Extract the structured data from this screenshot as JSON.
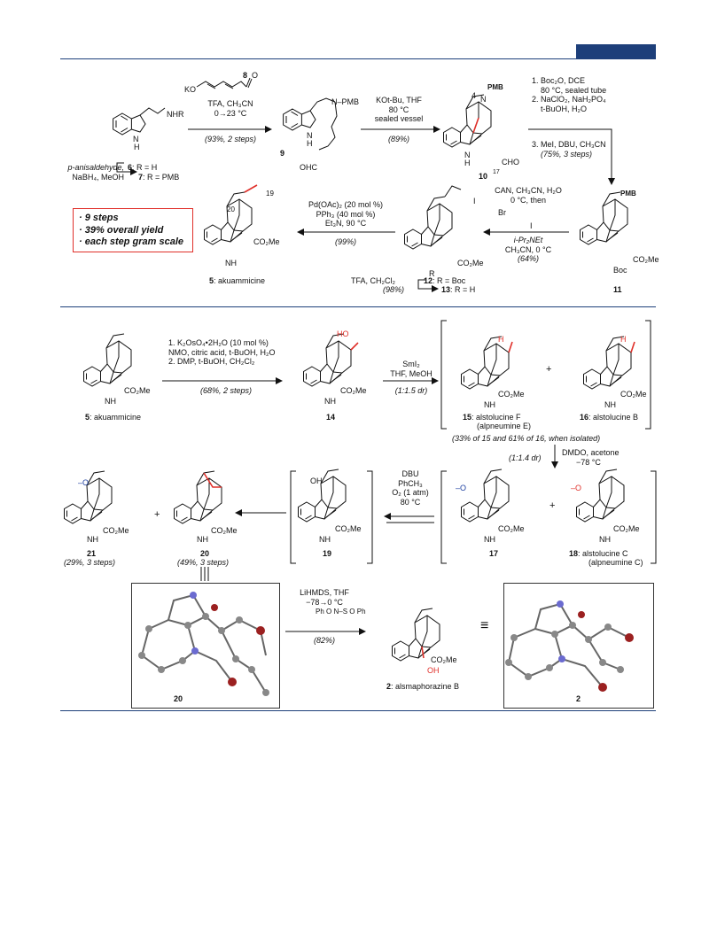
{
  "scheme1": {
    "reagent_8_num": "8",
    "reagent_8_ko": "KO",
    "reagent_8_o": "O",
    "step1_cond": [
      "TFA, CH₃CN",
      "0→23 °C"
    ],
    "step1_yield": "(93%, 2 steps)",
    "sm_nhr": "NHR",
    "sm_nh": "N",
    "sm_h": "H",
    "sm_reagents": [
      "p-anisaldehyde,",
      "NaBH₄, MeOH"
    ],
    "cpd6": "6",
    "cpd6_label": ": R = H",
    "cpd7": "7",
    "cpd7_label": ": R = PMB",
    "cpd9": "9",
    "cpd9_pmb": "N–PMB",
    "cpd9_nh": "N",
    "cpd9_h": "H",
    "cpd9_ohc": "OHC",
    "step2_cond": [
      "KOt-Bu, THF",
      "80 °C",
      "sealed vessel"
    ],
    "step2_yield": "(89%)",
    "cpd10": "10",
    "cpd10_pmb": "PMB",
    "cpd10_n4": "4",
    "cpd10_n": "N",
    "cpd10_nh": "N",
    "cpd10_h": "H",
    "cpd10_cho": "CHO",
    "cpd10_17": "17",
    "step3_cond": [
      "1. Boc₂O, DCE",
      "80 °C, sealed tube",
      "2. NaClO₂, NaH₂PO₄",
      "t-BuOH, H₂O",
      "3. MeI, DBU, CH₃CN"
    ],
    "step3_yield": "(75%, 3 steps)",
    "cpd11": "11",
    "cpd11_pmb": "PMB",
    "cpd11_boc": "Boc",
    "cpd11_co2me": "CO₂Me",
    "step4_cond": [
      "CAN, CH₃CN, H₂O",
      "0 °C, then",
      "i-Pr₂NEt",
      "CH₃CN, 0 °C"
    ],
    "step4_br": "Br",
    "step4_i": "I",
    "step4_yield": "(64%)",
    "cpd12_13_r": "R",
    "cpd12_i": "I",
    "cpd12_co2me": "CO₂Me",
    "cpd12": "12",
    "cpd12_label": ": R = Boc",
    "cpd13": "13",
    "cpd13_label": ": R = H",
    "step5_cond": "TFA, CH₂Cl₂",
    "step5_yield": "(98%)",
    "step6_cond": [
      "Pd(OAc)₂ (20 mol %)",
      "PPh₃ (40 mol %)",
      "Et₃N, 90 °C"
    ],
    "step6_yield": "(99%)",
    "cpd5": "5",
    "cpd5_label": ": akuammicine",
    "cpd5_19": "19",
    "cpd5_20": "20",
    "cpd5_co2me": "CO₂Me",
    "cpd5_nh": "NH",
    "summary": [
      "· 9 steps",
      "· 39% overall yield",
      "· each step gram scale"
    ]
  },
  "scheme2": {
    "cpd5": "5",
    "cpd5_label": ": akuammicine",
    "step1_cond": [
      "1. K₂OsO₄•2H₂O (10 mol  %)",
      "NMO, citric acid, t-BuOH, H₂O",
      "2. DMP, t-BuOH, CH₂Cl₂"
    ],
    "step1_yield": "(68%, 2 steps)",
    "cpd14": "14",
    "cpd14_ho": "HO",
    "step2_cond": [
      "SmI₂",
      "THF, MeOH"
    ],
    "step2_ratio": "(1:1.5 dr)",
    "plus": "+",
    "cpd15": "15",
    "cpd15_label": ": alstolucine F",
    "cpd15_alt": "(alpneumine E)",
    "cpd16": "16",
    "cpd16_label": ": alstolucine B",
    "isolated_note": "(33% of 15 and 61% of 16, when isolated)",
    "step3_cond": [
      "DMDO, acetone",
      "−78 °C"
    ],
    "step3_ratio": "(1:1.4 dr)",
    "cpd17": "17",
    "cpd18": "18",
    "cpd18_label": ": alstolucine C",
    "cpd18_alt": "(alpneumine C)",
    "step4_cond": [
      "DBU",
      "PhCH₃",
      "O₂ (1 atm)",
      "80 °C"
    ],
    "cpd19": "19",
    "cpd19_oh": "OH",
    "cpd20": "20",
    "cpd20_yield": "(49%, 3 steps)",
    "cpd21": "21",
    "cpd21_yield": "(29%, 3 steps)",
    "cpd21_o": "–O",
    "co2me": "CO₂Me",
    "nh": "NH",
    "h": "H",
    "step5_cond": [
      "LiHMDS, THF",
      "−78→0 °C"
    ],
    "step5_reagent": [
      "Ph",
      "O",
      "N–S",
      "O",
      "Ph"
    ],
    "step5_yield": "(82%)",
    "cpd2": "2",
    "cpd2_label": ": alsmaphorazine B",
    "cpd2_oh": "OH",
    "xray20": "20",
    "xray2": "2",
    "equiv": "≡"
  }
}
